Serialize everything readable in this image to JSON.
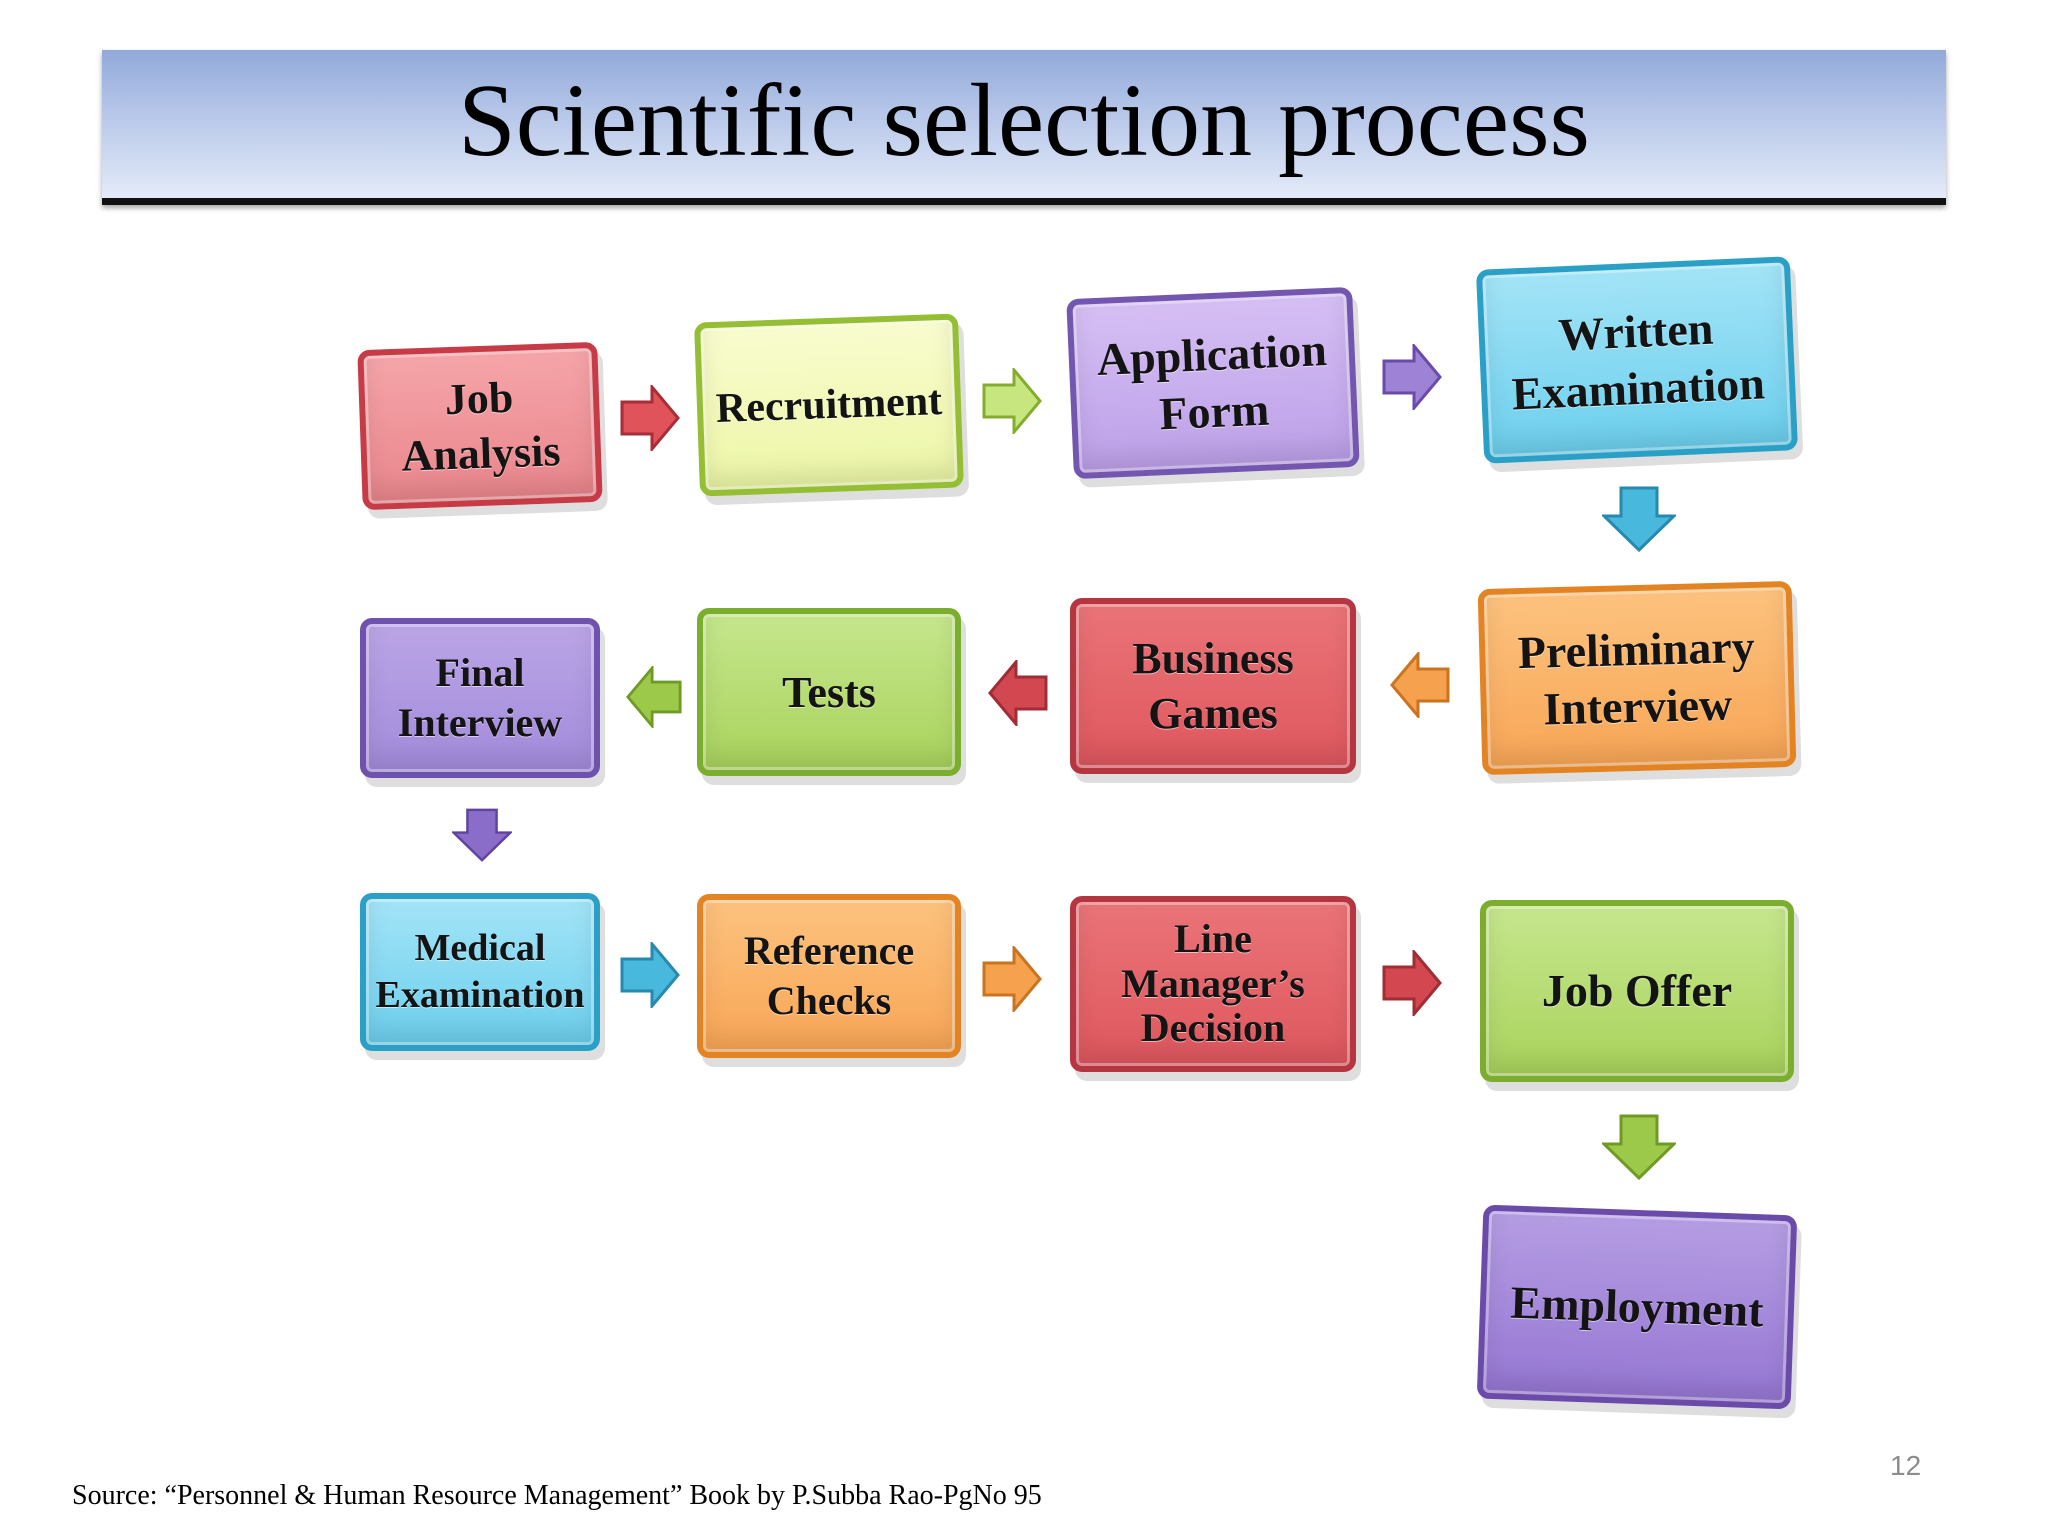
{
  "title": "Scientific selection process",
  "steps": [
    "Job\nAnalysis",
    "Recruitment",
    "Application\nForm",
    "Written\nExamination",
    "Preliminary\nInterview",
    "Business\nGames",
    "Tests",
    "Final\nInterview",
    "Medical\nExamination",
    "Reference\nChecks",
    "Line\nManager’s\nDecision",
    "Job Offer",
    "Employment"
  ],
  "colors": {
    "red_arrow": "#e0535b",
    "yellow_arrow": "#b9dd6f",
    "purple_arrow": "#9e82d6",
    "cyan_arrow": "#48b8dd",
    "orange_arrow": "#f6a14e",
    "dred_arrow": "#d24750",
    "green_arrow": "#9cc94a",
    "violet_arrow": "#8a6cc9"
  },
  "source": "Source: “Personnel & Human Resource Management” Book by P.Subba Rao-PgNo 95",
  "page_number": "12"
}
